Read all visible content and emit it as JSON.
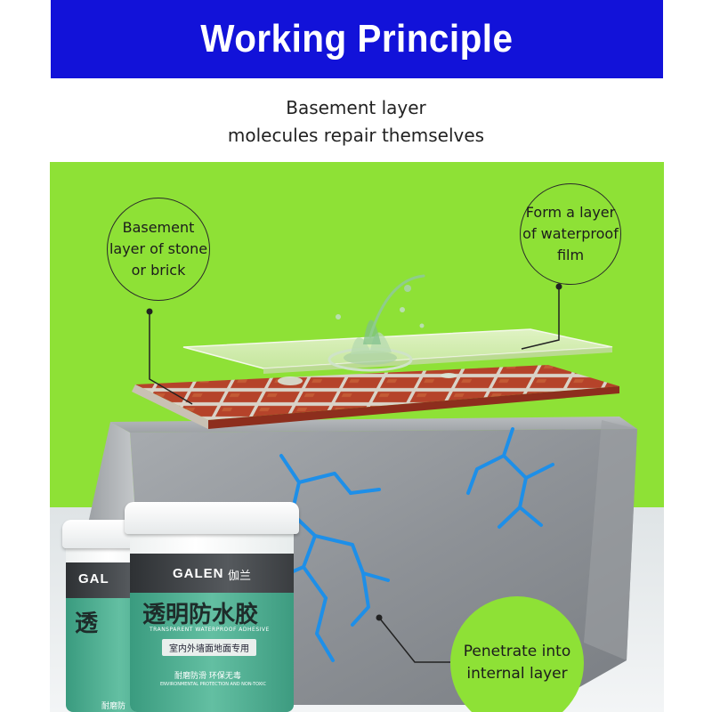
{
  "banner": {
    "title": "Working Principle",
    "color": "#1212d9"
  },
  "subtitle": {
    "line1": "Basement layer",
    "line2": "molecules repair themselves"
  },
  "callouts": {
    "left": [
      "Basement",
      "layer of stone",
      "or brick"
    ],
    "right": [
      "Form a layer",
      "of waterproof",
      "film"
    ],
    "bottom": [
      "Penetrate into",
      "internal layer"
    ]
  },
  "colors": {
    "scene_green": "#8ee136",
    "crack_blue": "#1e8fe8",
    "jar_green": "#4fb08f",
    "tile_red": "#b5432a"
  },
  "product": {
    "front_jar": {
      "brand": "GALEN",
      "brand_cn": "伽兰",
      "name_cn": "透明防水胶",
      "name_en": "TRANSPARENT WATERPROOF ADHESIVE",
      "use": "室内外墙面地面专用",
      "feature": "耐磨防滑 环保无毒",
      "feature_en": "ENVIRONMENTAL PROTECTION AND NON-TOXIC"
    },
    "back_jar": {
      "brand": "GAL",
      "name_cn": "透",
      "feature": "耐磨防"
    }
  },
  "icons": [
    "water-splash-icon",
    "crack-icon",
    "leader-dot-icon"
  ]
}
